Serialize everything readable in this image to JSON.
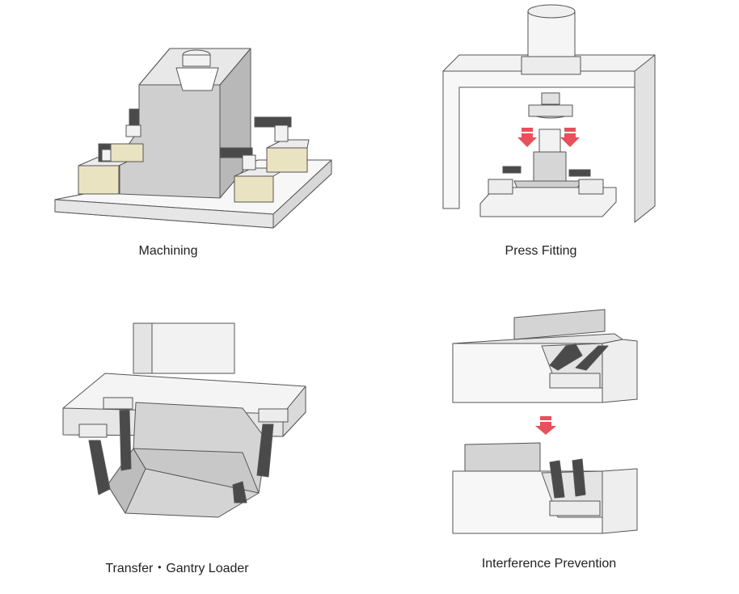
{
  "panels": [
    {
      "id": "machining",
      "caption": "Machining"
    },
    {
      "id": "press-fitting",
      "caption": "Press Fitting"
    },
    {
      "id": "transfer",
      "caption": "Transfer・Gantry Loader"
    },
    {
      "id": "interference",
      "caption": "Interference Prevention"
    }
  ],
  "colors": {
    "outline": "#555555",
    "light_fill": "#f2f2f2",
    "mid_fill": "#d4d4d4",
    "dark_fill": "#b8b8b8",
    "clamp_base": "#e9e3c2",
    "clamp_arm": "#4a4a4a",
    "arrow": "#e8505b"
  },
  "icons": [
    "down-arrow-icon"
  ]
}
